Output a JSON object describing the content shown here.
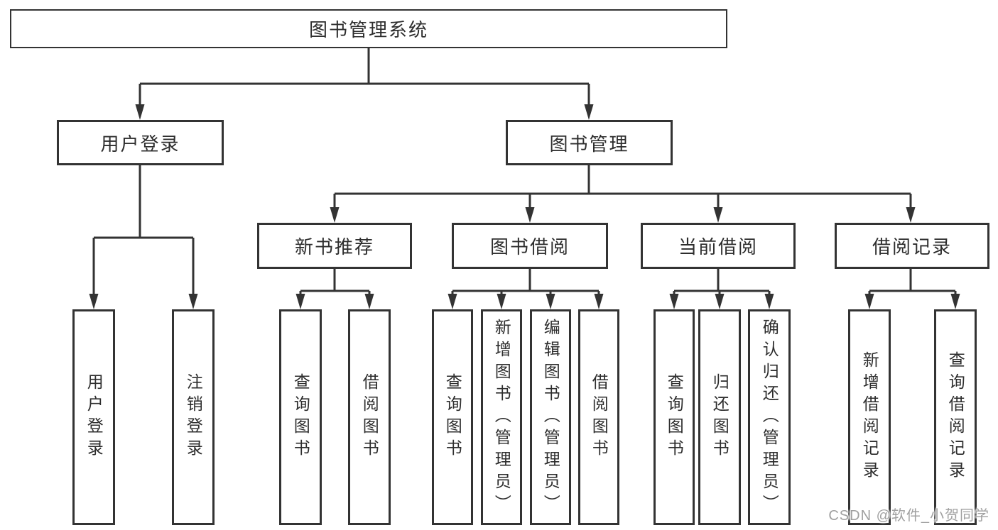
{
  "nodes": {
    "root": "图书管理系统",
    "user_login": "用户登录",
    "book_management": "图书管理",
    "new_book_recommend": "新书推荐",
    "book_borrow": "图书借阅",
    "current_borrow": "当前借阅",
    "borrow_records": "借阅记录",
    "leaf_user_login": "用户登录",
    "leaf_logout": "注销登录",
    "leaf_rec_query_book": "查询图书",
    "leaf_rec_borrow_book": "借阅图书",
    "leaf_bor_query_book": "查询图书",
    "leaf_bor_add_book": "新增图书（管理员）",
    "leaf_bor_edit_book": "编辑图书（管理员）",
    "leaf_bor_borrow_book": "借阅图书",
    "leaf_cur_query_book": "查询图书",
    "leaf_cur_return_book": "归还图书",
    "leaf_cur_confirm_return": "确认归还（管理员）",
    "leaf_log_add_record": "新增借阅记录",
    "leaf_log_query_record": "查询借阅记录"
  },
  "watermark": "CSDN @软件_小贺同学",
  "colors": {
    "line": "#333333",
    "text": "#2d2d2d",
    "box_background": "#ffffff",
    "watermark": "#a0a0a0"
  }
}
